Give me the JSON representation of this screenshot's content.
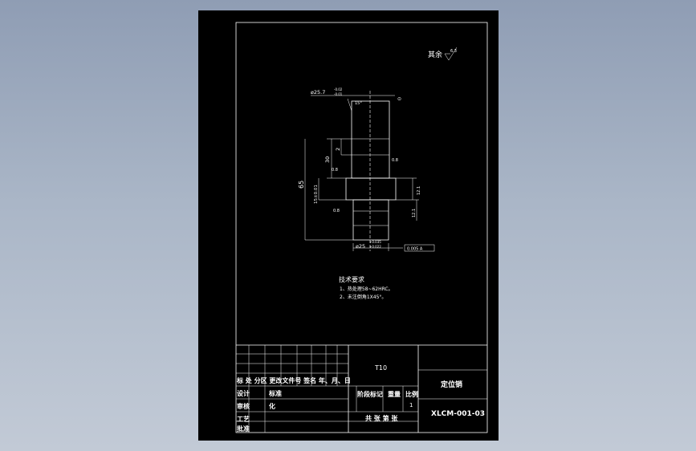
{
  "drawing": {
    "roughness_all": "其余",
    "roughness_symbol": "6.3",
    "material": "T10",
    "part_name": "定位销",
    "drawing_no": "XLCM-001-03"
  },
  "dims": {
    "d_top": "⌀25.7",
    "d_top_tol": "-0.02",
    "d_top_tol2": "-0.01",
    "chamfer_angle": "15°",
    "len_30": "30",
    "len_2": "2",
    "len_65": "65",
    "len_15": "15±0.01",
    "r08_a": "0.8",
    "r08_b": "0.8",
    "r08_c": "0.8",
    "val_12_a": "12.1",
    "val_12_b": "12.1",
    "d_bottom": "⌀25",
    "d_bottom_tol1": "+0.035",
    "d_bottom_tol2": "+0.022",
    "tolerance_frame": "0.005 A",
    "datum_ref": "⊙"
  },
  "tech_req": {
    "title": "技术要求",
    "line1": "1、热处理58~62HRC。",
    "line2": "2、未注倒角1X45°。"
  },
  "title_block": {
    "row_labels": "标 处 分区 更改文件号 签名 年、月、日",
    "design": "设计",
    "mark": "标准",
    "std_label": "化",
    "stage": "阶段标记",
    "weight": "重量",
    "scale": "比例",
    "audit": "审核",
    "craft": "工艺",
    "approve": "批准",
    "sheets": "共 张 第 张",
    "num": "1"
  }
}
